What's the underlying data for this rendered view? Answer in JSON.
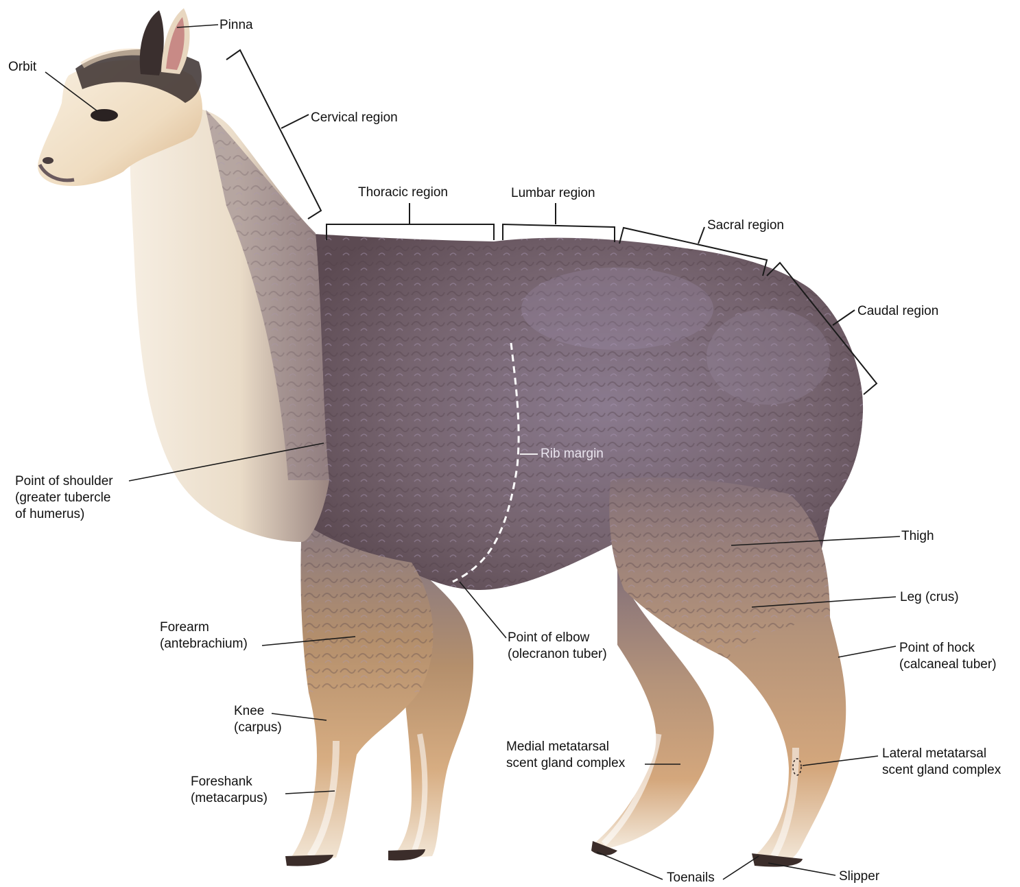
{
  "colors": {
    "background": "#ffffff",
    "leader_line": "#1a1a1a",
    "fur_body": "#7d6b76",
    "fur_body_dark": "#5a4a55",
    "fur_purple_highlight": "#9a8aa4",
    "fur_neck_cream": "#f1e6d6",
    "fur_tan": "#c89868",
    "fur_dark_head": "#3a2f2e",
    "hoof_dark": "#3b2d2a",
    "rib_margin_dash": "#ffffff"
  },
  "labels": {
    "pinna": "Pinna",
    "orbit": "Orbit",
    "cervical": "Cervical region",
    "thoracic": "Thoracic region",
    "lumbar": "Lumbar region",
    "sacral": "Sacral region",
    "caudal": "Caudal region",
    "rib_margin": "Rib margin",
    "shoulder": [
      "Point of shoulder",
      "(greater tubercle",
      "of humerus)"
    ],
    "thigh": "Thigh",
    "leg": "Leg (crus)",
    "forearm": [
      "Forearm",
      "(antebrachium)"
    ],
    "elbow": [
      "Point of elbow",
      "(olecranon tuber)"
    ],
    "hock": [
      "Point of hock",
      "(calcaneal tuber)"
    ],
    "knee": [
      "Knee",
      "(carpus)"
    ],
    "medial_gland": [
      "Medial metatarsal",
      "scent gland complex"
    ],
    "lateral_gland": [
      "Lateral metatarsal",
      "scent gland complex"
    ],
    "foreshank": [
      "Foreshank",
      "(metacarpus)"
    ],
    "toenails": "Toenails",
    "slipper": "Slipper"
  }
}
